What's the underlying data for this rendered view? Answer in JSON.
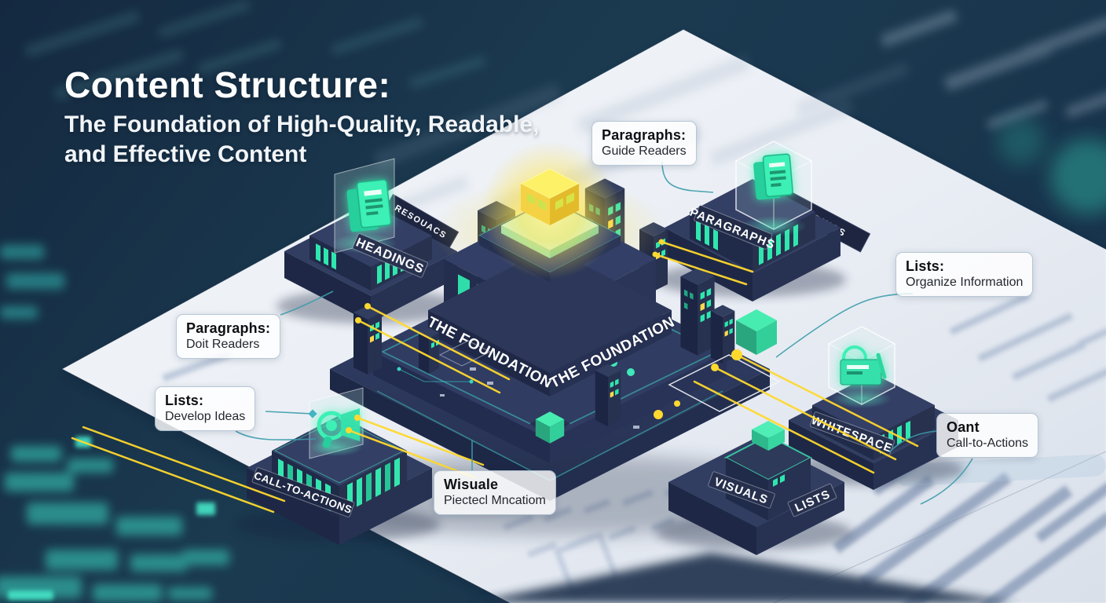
{
  "title": {
    "heading": "Content Structure:",
    "subtitle_line1": "The Foundation of High-Quality, Readable,",
    "subtitle_line2": "and Effective Content"
  },
  "foundation": {
    "left_label": "THE FOUNDATION",
    "right_label": "THE FOUNDATION"
  },
  "platforms": {
    "headings": "HEADINGS",
    "headings_back": "RESOUACS",
    "paragraphs": "PARAGRAPHS",
    "paragraphs_back": "EADINGS",
    "call_to_actions": "CALL-TO-ACTIONS",
    "visuals": "VISUALS",
    "lists": "LISTS",
    "whitespace": "WHITESPACE"
  },
  "callouts": [
    {
      "id": "paragraphs-guide",
      "title": "Paragraphs:",
      "text": "Guide Readers"
    },
    {
      "id": "lists-organize",
      "title": "Lists:",
      "text": "Organize Information"
    },
    {
      "id": "paragraphs-doit",
      "title": "Paragraphs:",
      "text": "Doit Readers"
    },
    {
      "id": "lists-develop",
      "title": "Lists:",
      "text": "Develop Ideas"
    },
    {
      "id": "visuals-caption",
      "title": "Wisuale",
      "text": "Piectecl Mncatiom"
    },
    {
      "id": "cta-caption",
      "title": "Oant",
      "text": "Call-to-Actions"
    }
  ],
  "colors": {
    "background_navy": "#17304a",
    "platform_navy": "#2e3a5e",
    "platform_wall_dark": "#1e2846",
    "accent_teal": "#3cf0b5",
    "accent_yellow": "#ffd92e",
    "glow_yellow": "#ffe96a",
    "paper_white": "#eef1f6",
    "connector_teal": "#3d9cab",
    "callout_text": "#0d1014"
  }
}
